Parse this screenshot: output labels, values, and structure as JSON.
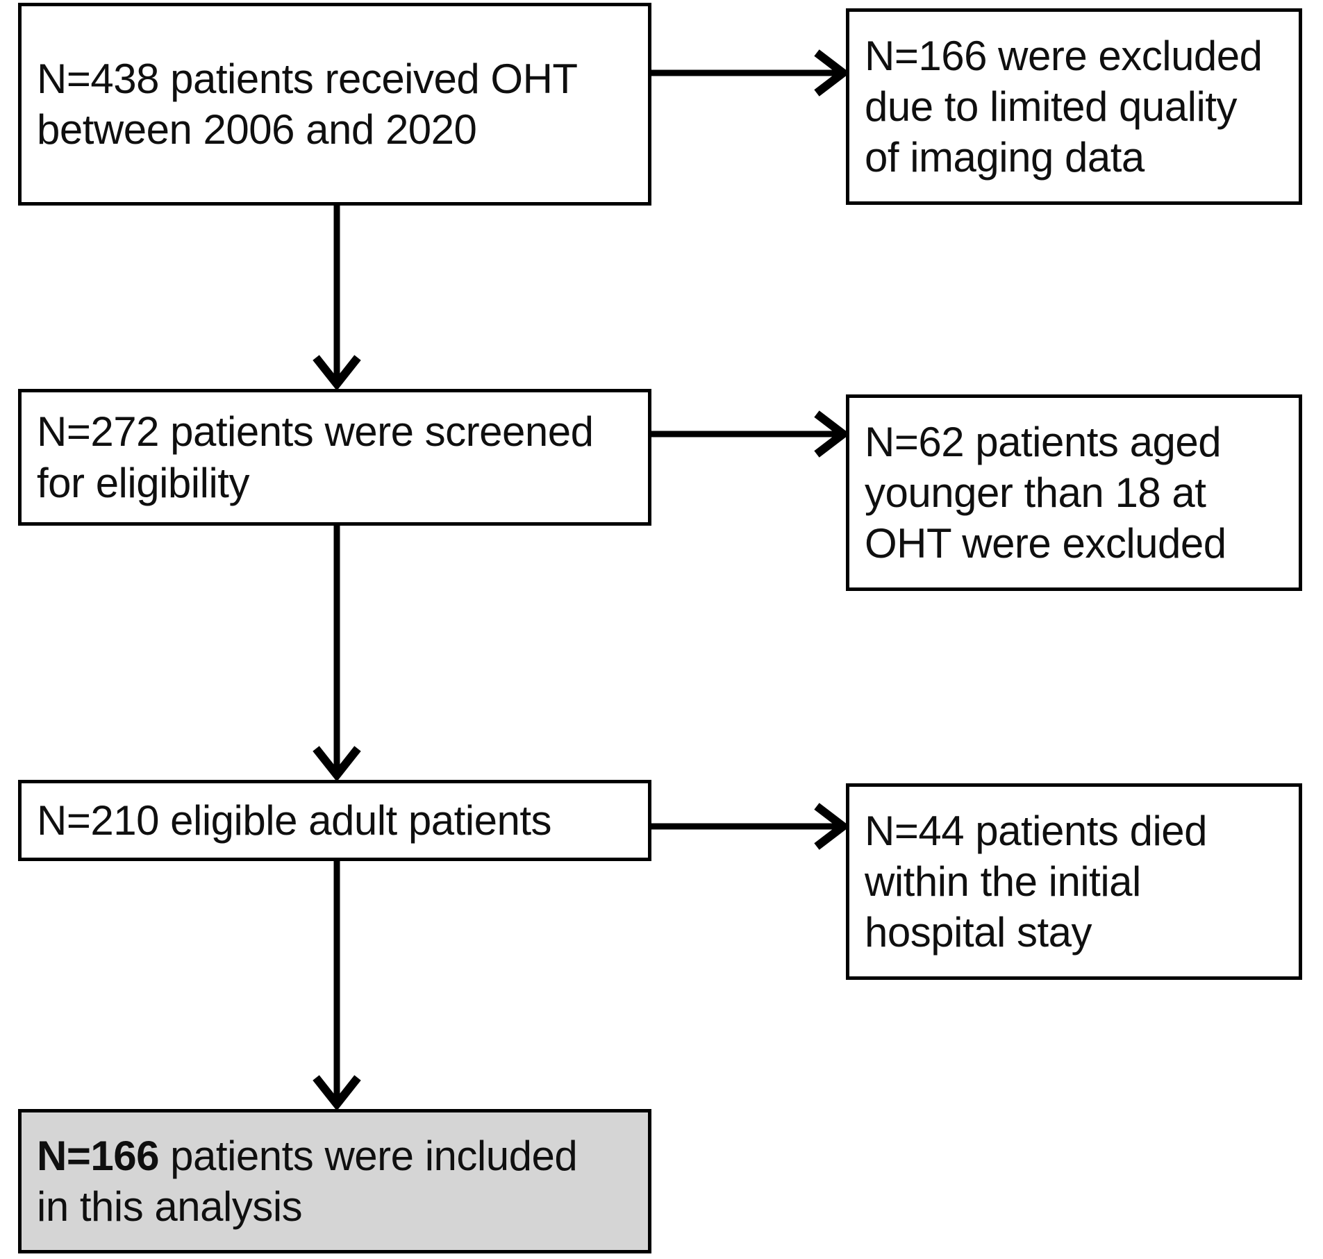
{
  "diagram": {
    "type": "patient-selection-flowchart",
    "orientation": "top-to-bottom",
    "colors": {
      "box_border": "#000000",
      "box_fill": "#ffffff",
      "highlight_fill": "#d5d5d5",
      "connector": "#000000",
      "text": "#0f0f0f"
    },
    "main_flow": [
      {
        "id": "received",
        "line1": "N=438 patients received OHT",
        "line2": "between 2006 and 2020",
        "count": 438,
        "highlighted": false
      },
      {
        "id": "screened",
        "line1": "N=272 patients were screened",
        "line2": "for eligibility",
        "count": 272,
        "highlighted": false
      },
      {
        "id": "eligible",
        "line1": "N=210 eligible adult patients",
        "line2": "",
        "count": 210,
        "highlighted": false
      },
      {
        "id": "included",
        "lead": "N=166",
        "line1_rest": " patients were included",
        "line2": "in this analysis",
        "count": 166,
        "highlighted": true
      }
    ],
    "exclusions": [
      {
        "id": "excluded-imaging",
        "line1": "N=166 were excluded",
        "line2": "due to limited quality",
        "line3": "of imaging data",
        "count": 166
      },
      {
        "id": "excluded-age",
        "line1": "N=62 patients aged",
        "line2": "younger than 18 at",
        "line3": "OHT were excluded",
        "count": 62
      },
      {
        "id": "excluded-died",
        "line1": "N=44 patients died",
        "line2": "within the initial",
        "line3": "hospital stay",
        "count": 44
      }
    ],
    "connectors": [
      {
        "id": "received-to-screened",
        "direction": "down",
        "from": "received",
        "to": "screened"
      },
      {
        "id": "received-to-excluded-imaging",
        "direction": "right",
        "from": "received",
        "to": "excluded-imaging"
      },
      {
        "id": "screened-to-eligible",
        "direction": "down",
        "from": "screened",
        "to": "eligible"
      },
      {
        "id": "screened-to-excluded-age",
        "direction": "right",
        "from": "screened",
        "to": "excluded-age"
      },
      {
        "id": "eligible-to-included",
        "direction": "down",
        "from": "eligible",
        "to": "included"
      },
      {
        "id": "eligible-to-excluded-died",
        "direction": "right",
        "from": "eligible",
        "to": "excluded-died"
      }
    ]
  }
}
